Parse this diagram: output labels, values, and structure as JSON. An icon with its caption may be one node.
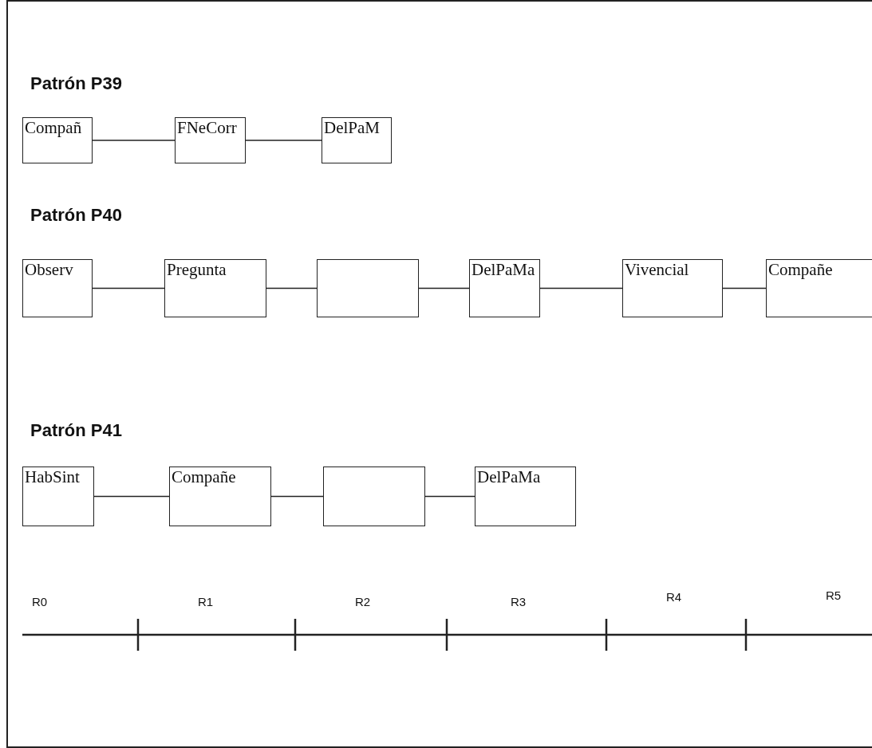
{
  "diagram": {
    "nodes": [
      {
        "text": [
          "Compañ"
        ]
      },
      {
        "text": [
          "FNeCorr"
        ]
      },
      {
        "text": [
          "DelPaM"
        ]
      },
      {
        "text": [
          "Observ"
        ]
      },
      {
        "text": [
          "Pregunta"
        ]
      },
      {
        "text": [],
        "shape": "box"
      },
      {
        "text": [
          "DelPaMa"
        ]
      },
      {
        "text": [
          "Vivencial"
        ]
      },
      {
        "text": [
          "Compañe"
        ]
      },
      {
        "text": [
          "HabSint"
        ]
      },
      {
        "text": [
          "Compañe"
        ]
      },
      {
        "text": [],
        "shape": "box"
      },
      {
        "text": [
          "DelPaMa"
        ]
      }
    ],
    "edges": [
      {
        "from": 0,
        "to": 1,
        "arrow": "none"
      },
      {
        "from": 1,
        "to": 2,
        "arrow": "none"
      },
      {
        "from": 3,
        "to": 4,
        "arrow": "none"
      },
      {
        "from": 4,
        "to": 5,
        "arrow": "none"
      },
      {
        "from": 5,
        "to": 6,
        "arrow": "none"
      },
      {
        "from": 6,
        "to": 7,
        "arrow": "none"
      },
      {
        "from": 7,
        "to": 8,
        "arrow": "none"
      },
      {
        "from": 9,
        "to": 10,
        "arrow": "none"
      },
      {
        "from": 10,
        "to": 11,
        "arrow": "none"
      },
      {
        "from": 11,
        "to": 12,
        "arrow": "none"
      }
    ],
    "labels": [
      "Patrón P39",
      "Patrón P40",
      "Patrón P41",
      "R0",
      "R1",
      "R2",
      "R3",
      "R4",
      "R5"
    ]
  }
}
